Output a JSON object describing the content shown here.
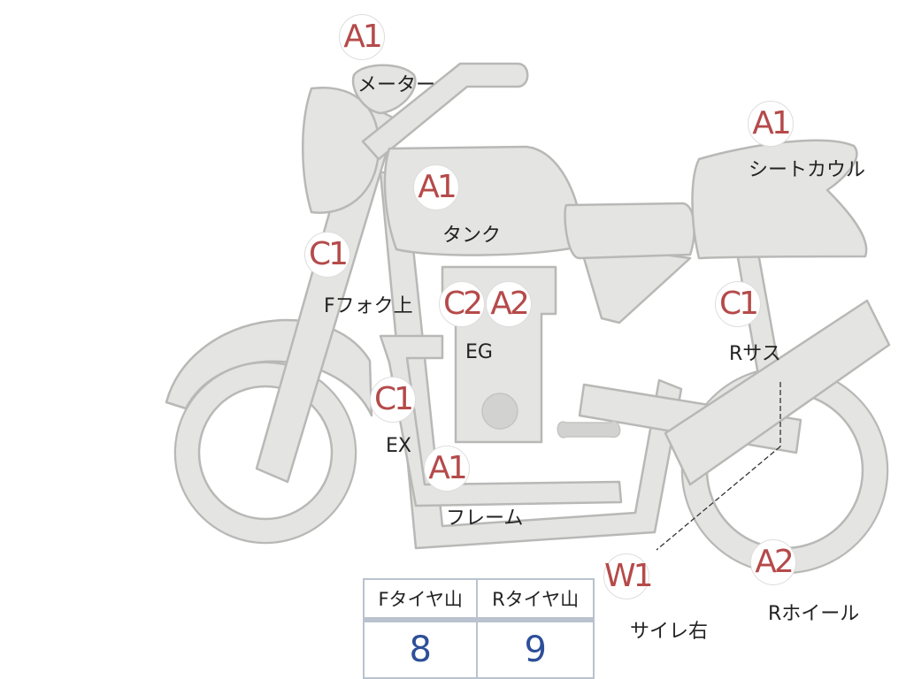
{
  "labels": {
    "meter": {
      "grade": "A1",
      "part": "メーター"
    },
    "seat_cowl": {
      "grade": "A1",
      "part": "シートカウル"
    },
    "tank": {
      "grade": "A1",
      "part": "タンク"
    },
    "ffork": {
      "grade": "C1",
      "part": "Fフォク上"
    },
    "engine": {
      "grades": [
        "C2",
        "A2"
      ],
      "part": "EG"
    },
    "rsus": {
      "grade": "C1",
      "part": "Rサス"
    },
    "exhaust": {
      "grade": "C1",
      "part": "EX"
    },
    "frame": {
      "grade": "A1",
      "part": "フレーム"
    },
    "silencer": {
      "grade": "W1",
      "part": "サイレ右"
    },
    "rwheel": {
      "grade": "A2",
      "part": "Rホイール"
    }
  },
  "tire_table": {
    "headers": [
      "Fタイヤ山",
      "Rタイヤ山"
    ],
    "values": [
      "8",
      "9"
    ]
  },
  "colors": {
    "part_fill": "#e4e4e2",
    "part_outline": "#b8b8b6",
    "grade_text": "#b54a4a",
    "table_border": "#b9c2ce",
    "table_value": "#2d4f98"
  }
}
